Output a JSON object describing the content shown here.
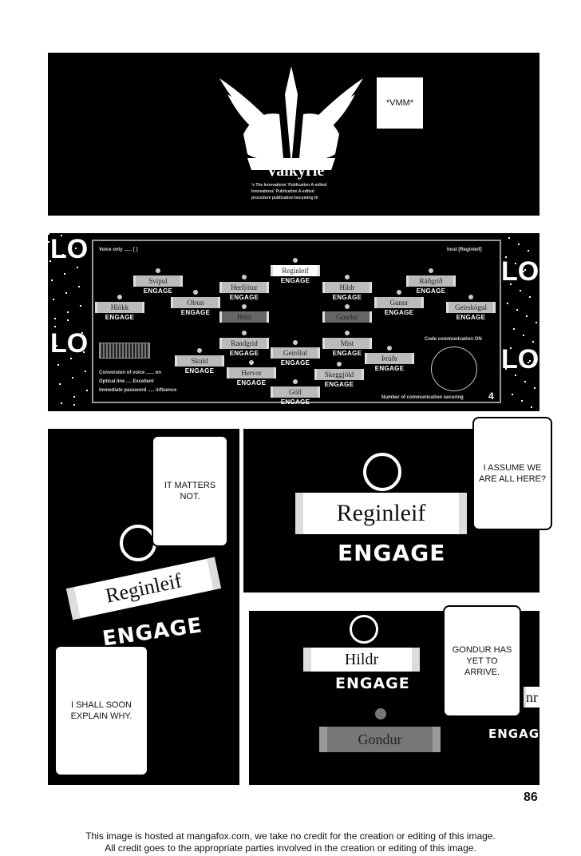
{
  "panel1": {
    "logo_text": "Valkyrie",
    "logo_subtext": [
      "'s The Innovations' Publication A-edited",
      "Innovations' Publication A-edited",
      "procedure publication becoming th"
    ],
    "bubble": "*VMM*"
  },
  "panel2": {
    "sfx": [
      "LO",
      "LO",
      "LO",
      "LO"
    ],
    "voice_only": "Voice only ...... [ ]",
    "conversion": "Conversion of voice ...... on",
    "optical": "Optical line .... Excellent",
    "password": "Immediate password ..... influence",
    "host": "host [Reginleif]",
    "code_comm": "Code communication ON",
    "num_comm_label": "Number of communication securing",
    "num_comm_value": "4",
    "nodes": [
      {
        "name": "Reginleif",
        "state": "ENGAGE",
        "style": "white"
      },
      {
        "name": "Svipul",
        "state": "ENGAGE"
      },
      {
        "name": "Hlökk",
        "state": "ENGAGE"
      },
      {
        "name": "Olrun",
        "state": "ENGAGE"
      },
      {
        "name": "Herfjötur",
        "state": "ENGAGE"
      },
      {
        "name": "Hrist",
        "state": "",
        "style": "dark"
      },
      {
        "name": "Randgrid",
        "state": "ENGAGE"
      },
      {
        "name": "Geirölul",
        "state": "ENGAGE"
      },
      {
        "name": "Skuld",
        "state": "ENGAGE"
      },
      {
        "name": "Hervor",
        "state": "ENGAGE"
      },
      {
        "name": "Göll",
        "state": "ENGAGE"
      },
      {
        "name": "Hildr",
        "state": "ENGAGE"
      },
      {
        "name": "Gondur",
        "state": "",
        "style": "dark"
      },
      {
        "name": "Mist",
        "state": "ENGAGE"
      },
      {
        "name": "Skeggjöld",
        "state": "ENGAGE"
      },
      {
        "name": "Þrúðr",
        "state": "ENGAGE"
      },
      {
        "name": "Gunnr",
        "state": "ENGAGE"
      },
      {
        "name": "Ráðgríð",
        "state": "ENGAGE"
      },
      {
        "name": "Geirskögul",
        "state": "ENGAGE"
      }
    ]
  },
  "panel3": {
    "tag": "Reginleif",
    "engage": "ENGAGE",
    "bubble_top": "IT MATTERS NOT.",
    "bubble_bottom": "I SHALL SOON EXPLAIN WHY."
  },
  "panel4": {
    "tag": "Reginleif",
    "engage": "ENGAGE",
    "bubble": "I ASSUME WE ARE ALL HERE?"
  },
  "panel5": {
    "tag1": "Hildr",
    "engage1": "ENGAGE",
    "tag2": "Gondur",
    "partial_tag": "nr",
    "partial_engage": "ENGAG",
    "bubble": "GONDUR HAS YET TO ARRIVE."
  },
  "page_number": "86",
  "footer": [
    "This image is hosted at mangafox.com, we take no credit for the creation or editing of this image.",
    "All credit goes to the appropriate parties involved in the creation or editing of this image."
  ]
}
